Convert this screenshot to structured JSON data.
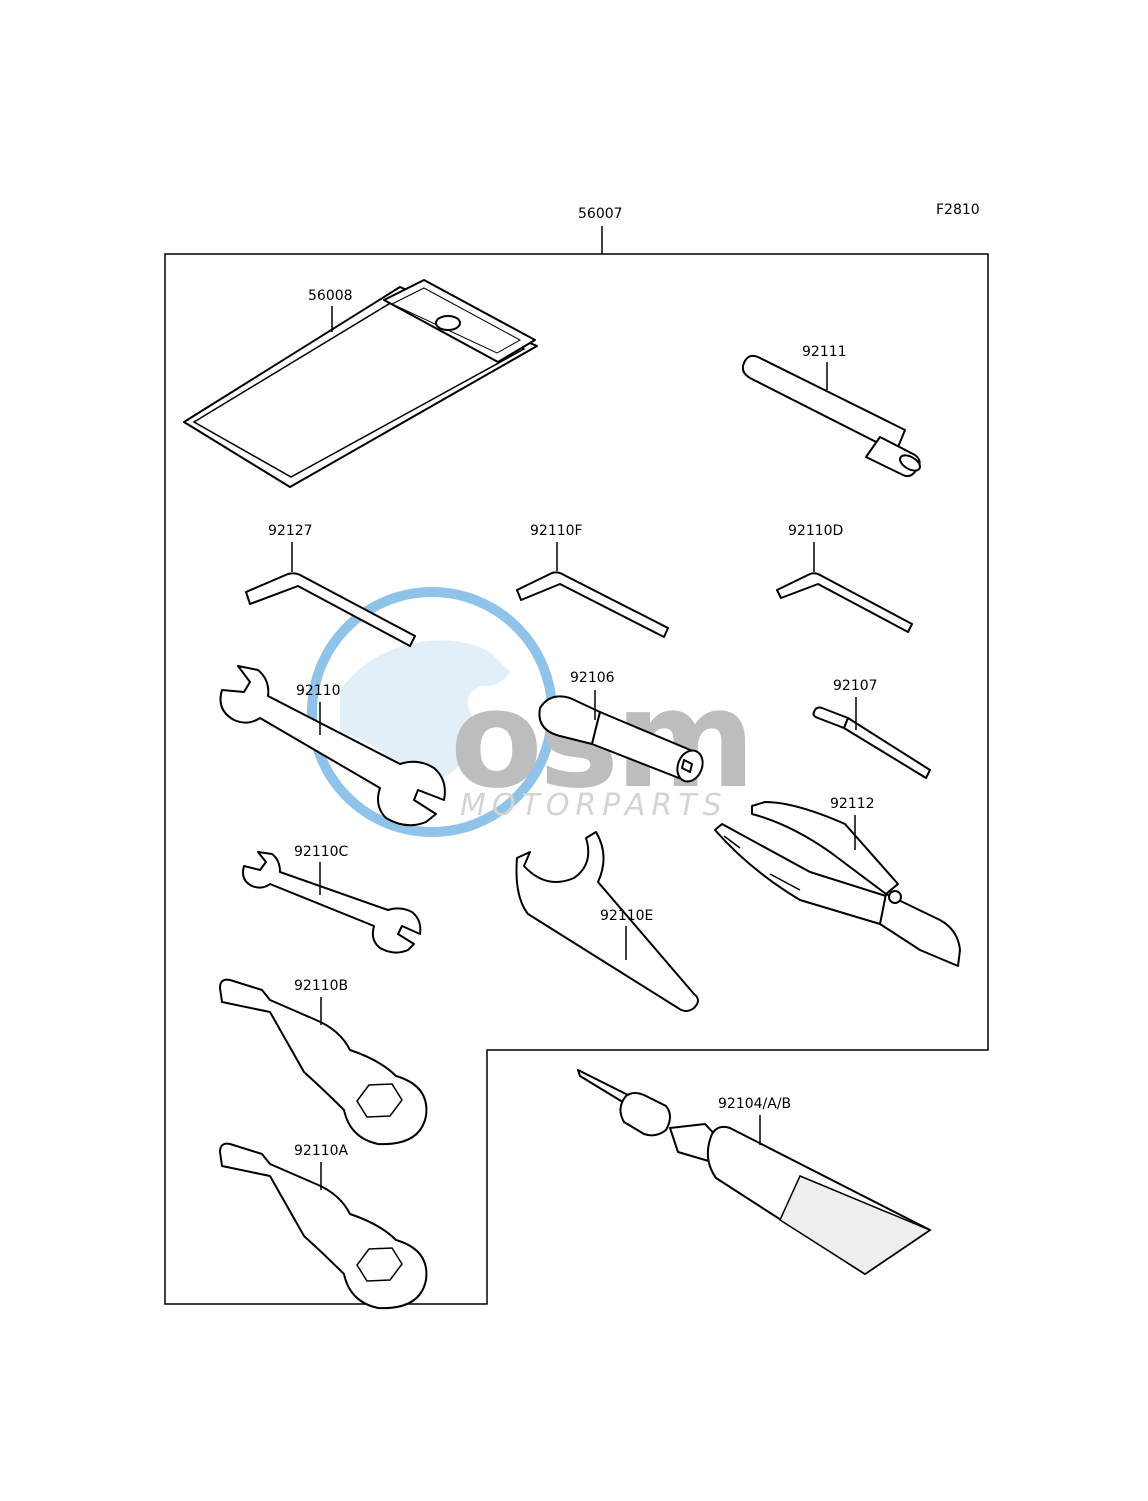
{
  "figure_code": "F2810",
  "kit_part": "56007",
  "watermark": {
    "brand": "osm",
    "subtitle": "MOTORPARTS",
    "globe_color": "#8fc3ea",
    "brand_color": "#bdbdbd",
    "brand_accent": "#9c9ad0"
  },
  "parts": [
    {
      "id": "56008",
      "label": "56008",
      "name": "tool-bag"
    },
    {
      "id": "92111",
      "label": "92111",
      "name": "tube-handle"
    },
    {
      "id": "92127",
      "label": "92127",
      "name": "hex-key-large"
    },
    {
      "id": "92110F",
      "label": "92110F",
      "name": "hex-key-medium"
    },
    {
      "id": "92110D",
      "label": "92110D",
      "name": "hex-key-small"
    },
    {
      "id": "92110",
      "label": "92110",
      "name": "open-end-wrench-large"
    },
    {
      "id": "92106",
      "label": "92106",
      "name": "socket-tool"
    },
    {
      "id": "92107",
      "label": "92107",
      "name": "screwdriver-bit"
    },
    {
      "id": "92112",
      "label": "92112",
      "name": "pliers"
    },
    {
      "id": "92110C",
      "label": "92110C",
      "name": "open-end-wrench-small"
    },
    {
      "id": "92110E",
      "label": "92110E",
      "name": "hook-spanner"
    },
    {
      "id": "92110B",
      "label": "92110B",
      "name": "box-wrench-b"
    },
    {
      "id": "92110A",
      "label": "92110A",
      "name": "box-wrench-a"
    },
    {
      "id": "92104",
      "label": "92104/A/B",
      "name": "repair-tube-kit"
    }
  ]
}
